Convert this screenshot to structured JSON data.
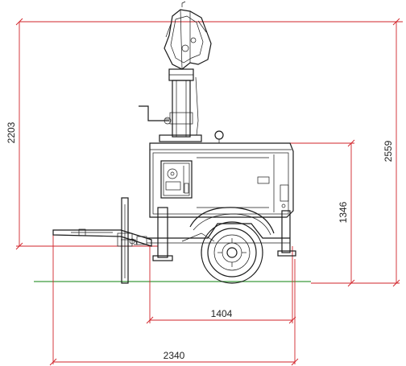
{
  "dimensions": {
    "mast_height": "2203",
    "overall_height": "2559",
    "body_height": "1346",
    "body_length": "1404",
    "overall_length": "2340"
  },
  "colors": {
    "dimension_lines": "#d2232a",
    "ground_line": "#3c9a3c",
    "drawing": "#1a1a1a"
  }
}
